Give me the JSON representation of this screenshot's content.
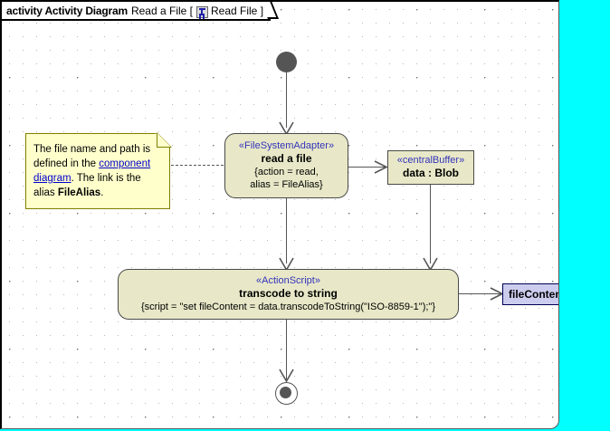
{
  "frame": {
    "keyword": "activity Activity Diagram",
    "name": "Read a File [",
    "icon": "activity-diagram-icon",
    "element": "Read File ]"
  },
  "note": {
    "name": "note-file-path",
    "line1": "The file name and path is",
    "line2_pre": "defined in the ",
    "link1": "component",
    "link2": "diagram",
    "line3_post": ". The link is the",
    "line4_pre": "alias ",
    "bold": "FileAlias",
    "line4_post": "."
  },
  "nodes": {
    "start": {
      "name": "initial-node"
    },
    "read_file": {
      "stereotype": "«FileSystemAdapter»",
      "title": "read a file",
      "body_line1": "{action = read,",
      "body_line2": "alias = FileAlias}"
    },
    "buffer": {
      "stereotype": "«centralBuffer»",
      "title": "data : Blob"
    },
    "transcode": {
      "stereotype": "«ActionScript»",
      "title": "transcode to string",
      "body_line1": "{script = \"set fileContent = data.transcodeToString(\"ISO-8859-1\");\"}"
    },
    "file_content": {
      "title": "fileContent : String"
    },
    "final": {
      "name": "activity-final-node"
    }
  },
  "colors": {
    "action_fill": "#e8e8c8",
    "action_border": "#4a4a4a",
    "note_fill": "#ffffcc",
    "note_border": "#808000",
    "object_fill": "#ccccee",
    "object_border": "#000055",
    "stereotype_text": "#3333bb",
    "link_text": "#0000cc",
    "edge": "#555555",
    "canvas": "#ffffff",
    "backdrop": "#00ffff"
  }
}
